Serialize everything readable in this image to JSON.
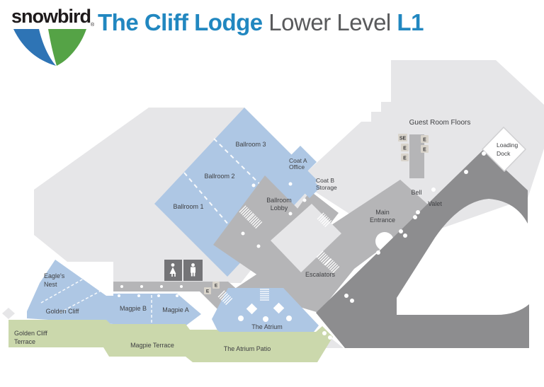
{
  "header": {
    "brand": "snowbird",
    "brand_reg": "®",
    "title_bold": "The Cliff Lodge",
    "title_light": " Lower Level ",
    "title_code": "L1"
  },
  "labels": {
    "ballroom_3": "Ballroom 3",
    "ballroom_2": "Ballroom 2",
    "ballroom_1": "Ballroom 1",
    "ballroom_lobby_1": "Ballroom",
    "ballroom_lobby_2": "Lobby",
    "coat_a_1": "Coat A",
    "coat_a_2": "Office",
    "coat_b_1": "Coat B",
    "coat_b_2": "Storage",
    "guest_room_floors": "Guest Room Floors",
    "loading_dock_1": "Loading",
    "loading_dock_2": "Dock",
    "bell": "Bell",
    "valet": "Valet",
    "main_entrance_1": "Main",
    "main_entrance_2": "Entrance",
    "escalators": "Escalators",
    "eagles_nest_1": "Eagle's",
    "eagles_nest_2": "Nest",
    "golden_cliff": "Golden Cliff",
    "golden_cliff_terrace_1": "Golden Cliff",
    "golden_cliff_terrace_2": "Terrace",
    "magpie_b": "Magpie B",
    "magpie_a": "Magpie A",
    "magpie_terrace": "Magpie Terrace",
    "the_atrium": "The Atrium",
    "the_atrium_patio": "The Atrium Patio"
  },
  "elevators": {
    "se": "SE",
    "e": "E"
  },
  "colors": {
    "building_light": "#e6e6e8",
    "corridor_gray": "#b5b5b7",
    "room_blue": "#aec7e4",
    "terrace_green": "#cbd8ac",
    "driveway_gray": "#8d8d8f",
    "restroom_box": "#747477",
    "elevator_badge": "#d9d4cb",
    "brand_black": "#1e1a1b",
    "logo_blue": "#2e74b5",
    "logo_green": "#55a346",
    "title_blue": "#2187c0",
    "title_gray": "#595a5c",
    "map_text": "#3f4043"
  }
}
